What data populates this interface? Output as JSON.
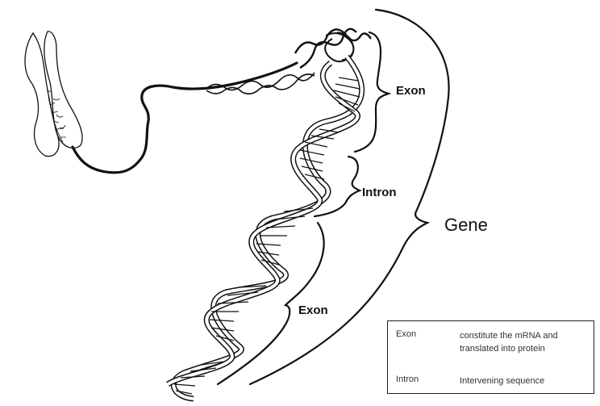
{
  "labels": {
    "exon_top": "Exon",
    "intron": "Intron",
    "exon_bottom": "Exon",
    "gene": "Gene"
  },
  "legend": {
    "rows": [
      {
        "term": "Exon",
        "definition": "constitute the mRNA and translated into protein"
      },
      {
        "term": "Intron",
        "definition": "Intervening sequence"
      }
    ]
  }
}
